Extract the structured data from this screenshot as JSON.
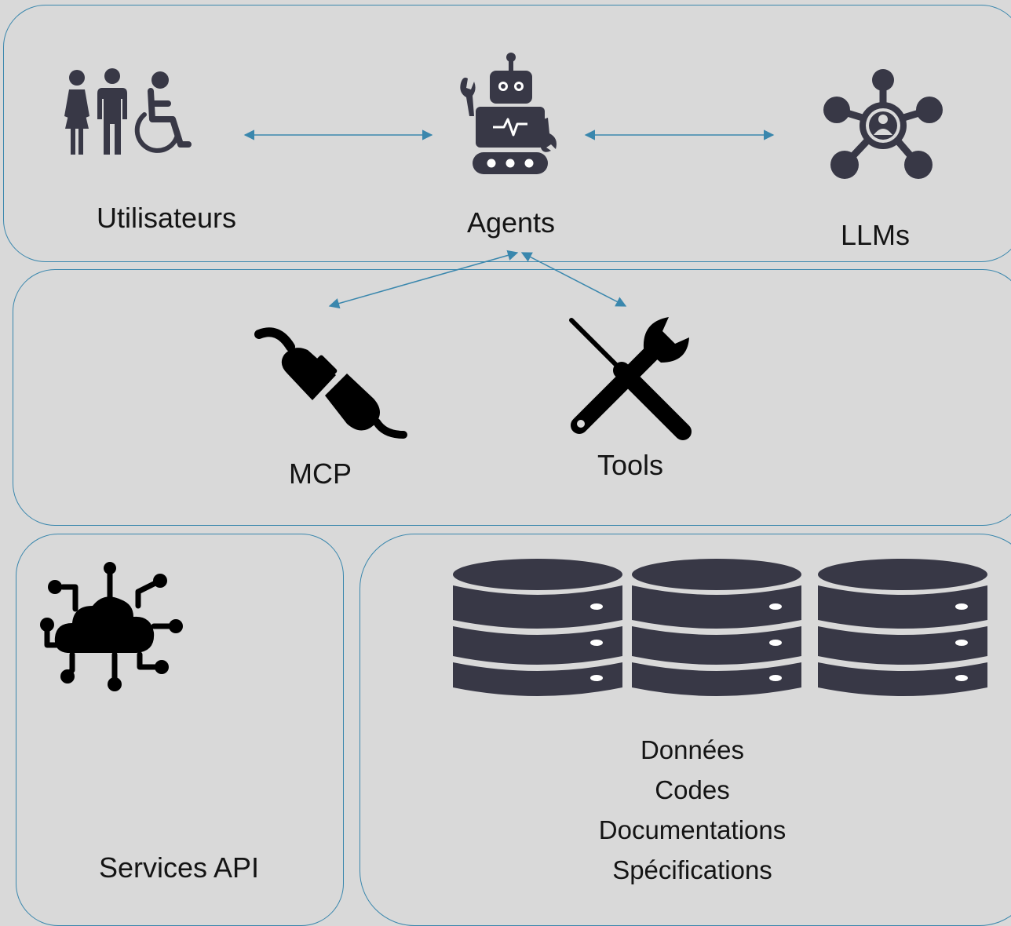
{
  "top_layer": {
    "users_label": "Utilisateurs",
    "agents_label": "Agents",
    "llms_label": "LLMs"
  },
  "middle_layer": {
    "mcp_label": "MCP",
    "tools_label": "Tools"
  },
  "bottom_layer": {
    "services_label": "Services API",
    "data_items": [
      "Données",
      "Codes",
      "Documentations",
      "Spécifications"
    ]
  },
  "colors": {
    "background": "#d9d9d9",
    "panel_border": "#3a87ad",
    "arrow": "#3a87ad",
    "icon_dark": "#383846",
    "icon_black": "#000000"
  },
  "icons": [
    "people-icon",
    "robot-icon",
    "llm-network-icon",
    "plug-icon",
    "tools-icon",
    "cloud-network-icon",
    "database-icon"
  ]
}
